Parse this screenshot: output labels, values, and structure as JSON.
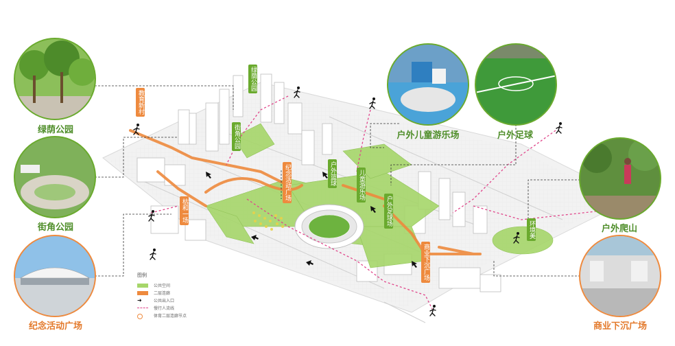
{
  "colors": {
    "green": "#6aaa2e",
    "orange": "#ee8a3e",
    "pink": "#e0458a",
    "label_green": "#4f8e2a",
    "label_orange": "#e37a2c"
  },
  "photo_labels": {
    "lvyin": "绿荫公园",
    "jiejiao": "街角公园",
    "jinian": "纪念活动广场",
    "ertong": "户外儿童游乐场",
    "zuqiu": "户外足球",
    "pashan": "户外爬山",
    "shangye": "商业下沉广场"
  },
  "tags": {
    "lvyin": "绿荫公园",
    "jiaoyu": "教育新村",
    "jiejiao": "街角公园",
    "jinian": "纪念活动广场",
    "zuqiu": "户外篮球",
    "ertong": "儿童游乐场",
    "zuqiu2": "户外足球场",
    "kuhe": "枯和一场",
    "huanjing": "环境美",
    "shangye": "商业下沉广场"
  },
  "legend": {
    "title": "图例",
    "items": [
      "公共空间",
      "二层连廊",
      "公共出入口",
      "慢行人流线",
      "体育二层连廊节点"
    ]
  }
}
